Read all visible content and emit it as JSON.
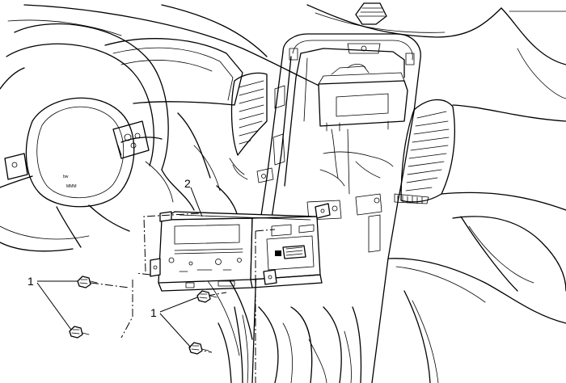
{
  "callouts": {
    "fastener_left": "1",
    "module": "2",
    "fastener_right": "1"
  },
  "badge": {
    "line1": "bw",
    "line2": "MMM"
  },
  "colors": {
    "ink": "#000000",
    "paper": "#ffffff"
  }
}
